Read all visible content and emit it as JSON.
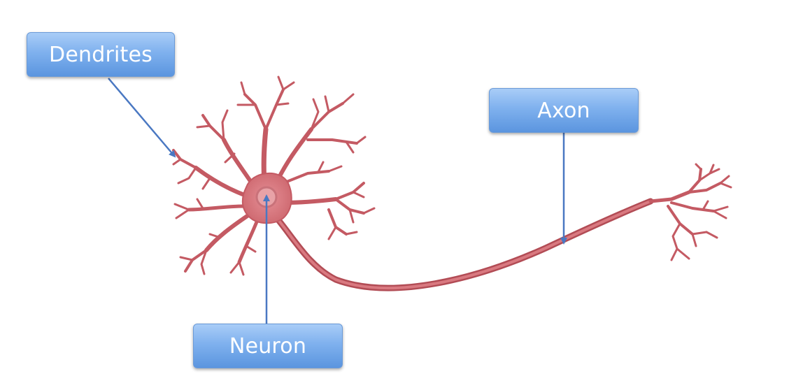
{
  "labels": {
    "dendrites": "Dendrites",
    "axon": "Axon",
    "neuron": "Neuron"
  },
  "colors": {
    "neuron_fill": "#cf6b72",
    "neuron_stroke": "#b24c55",
    "nucleus": "#e79aa0",
    "arrow": "#4a78c2",
    "label_gradient_top": "#a9cdf7",
    "label_gradient_bottom": "#5b95df"
  }
}
